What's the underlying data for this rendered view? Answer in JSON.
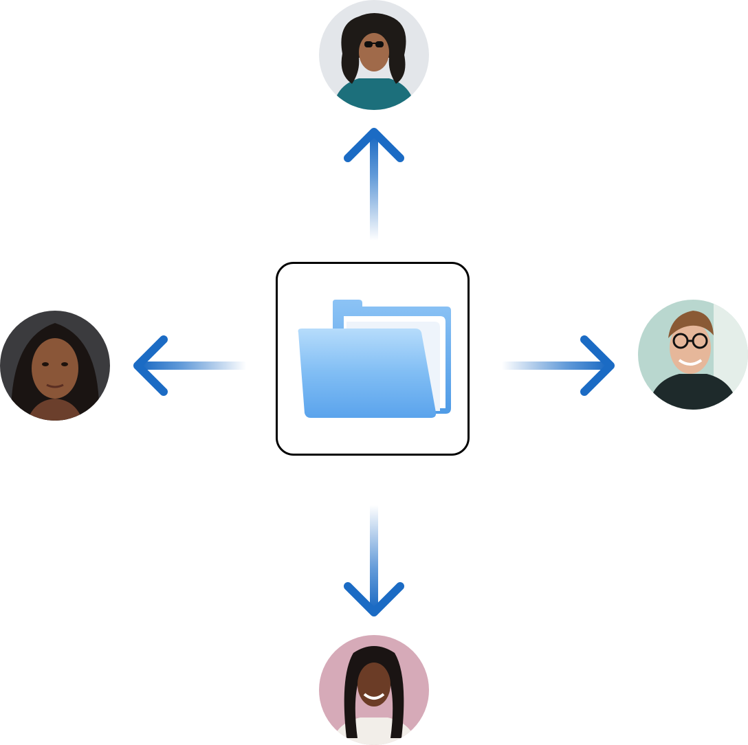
{
  "diagram": {
    "center": {
      "icon": "folder-icon"
    },
    "recipients": [
      {
        "id": "top",
        "icon": "person-avatar",
        "bg": "#e3e6ea"
      },
      {
        "id": "left",
        "icon": "person-avatar",
        "bg": "#3b3b3e"
      },
      {
        "id": "right",
        "icon": "person-avatar",
        "bg": "#b9d7cf"
      },
      {
        "id": "bottom",
        "icon": "person-avatar",
        "bg": "#d6aab8"
      }
    ],
    "colors": {
      "arrow": "#1565c0",
      "folder": "#5aa6ee",
      "border": "#000000"
    }
  }
}
